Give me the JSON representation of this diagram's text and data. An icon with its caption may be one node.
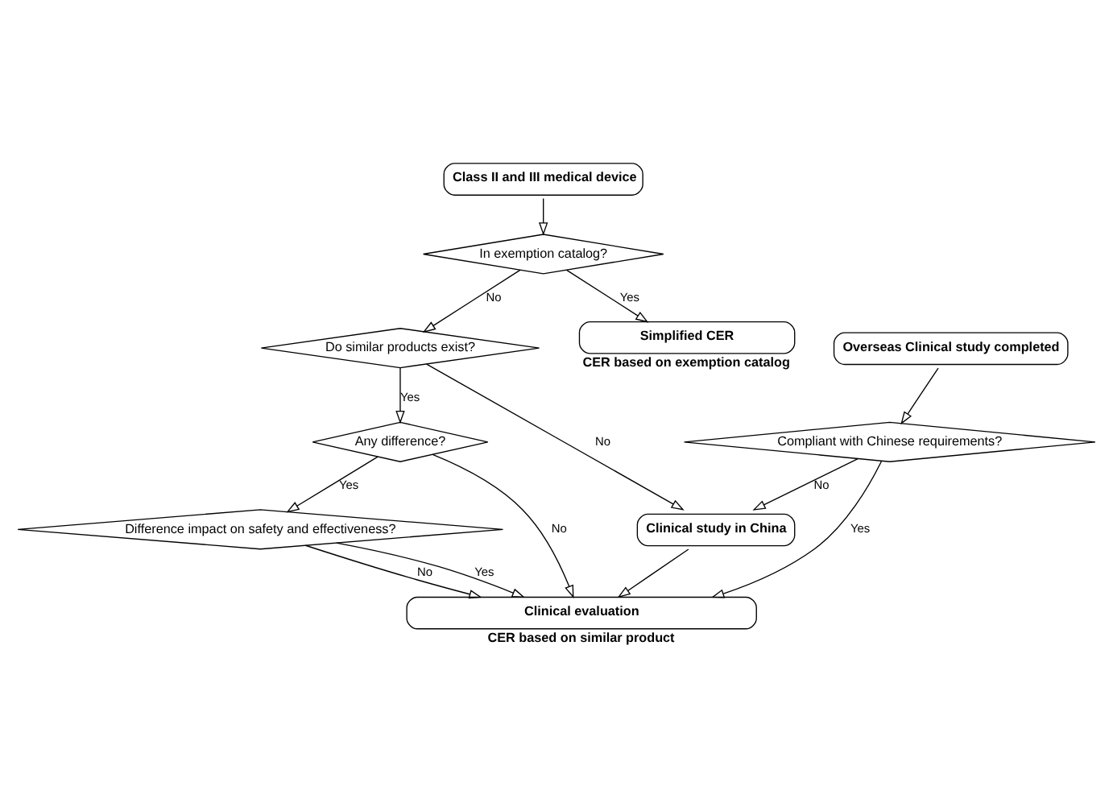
{
  "diagram": {
    "nodes": [
      {
        "text": [
          "Class II and III medical device"
        ]
      },
      {
        "text": [
          "Overseas Clinical study completed"
        ]
      },
      {
        "text": [
          "In exemption catalog?"
        ]
      },
      {
        "text": [
          "Do similar products exist?"
        ]
      },
      {
        "text": [
          "Compliant with Chinese requirements?"
        ]
      },
      {
        "text": [
          "Clinical study in China"
        ]
      },
      {
        "text": [
          "Simplified CER"
        ],
        "beside": [
          "CER based on exemption catalog"
        ]
      },
      {
        "text": [
          "Any difference?"
        ]
      },
      {
        "text": [
          "Difference impact on safety and effectiveness?"
        ]
      },
      {
        "text": [
          "Clinical evaluation"
        ],
        "beside": [
          "CER based on similar product"
        ]
      }
    ],
    "edges": [
      {
        "from": 0,
        "to": 2,
        "arrow": "to"
      },
      {
        "from": 2,
        "to": 3,
        "arrow": "to",
        "label": "No"
      },
      {
        "from": 2,
        "to": 6,
        "arrow": "to",
        "label": "Yes"
      },
      {
        "from": 3,
        "to": 5,
        "arrow": "to",
        "label": "No"
      },
      {
        "from": 3,
        "to": 7,
        "arrow": "to",
        "label": "Yes"
      },
      {
        "from": 1,
        "to": 4,
        "arrow": "to"
      },
      {
        "from": 4,
        "to": 5,
        "arrow": "to",
        "label": "No"
      },
      {
        "from": 4,
        "to": 9,
        "arrow": "to",
        "label": "Yes"
      },
      {
        "from": 7,
        "to": 8,
        "arrow": "to",
        "label": "Yes"
      },
      {
        "from": 7,
        "to": 9,
        "arrow": "to",
        "label": "No"
      },
      {
        "from": 8,
        "to": 9,
        "arrow": "to",
        "label": "No"
      },
      {
        "from": 8,
        "to": 9,
        "arrow": "to",
        "label": "Yes"
      },
      {
        "from": 5,
        "to": 9,
        "arrow": "to"
      }
    ]
  }
}
